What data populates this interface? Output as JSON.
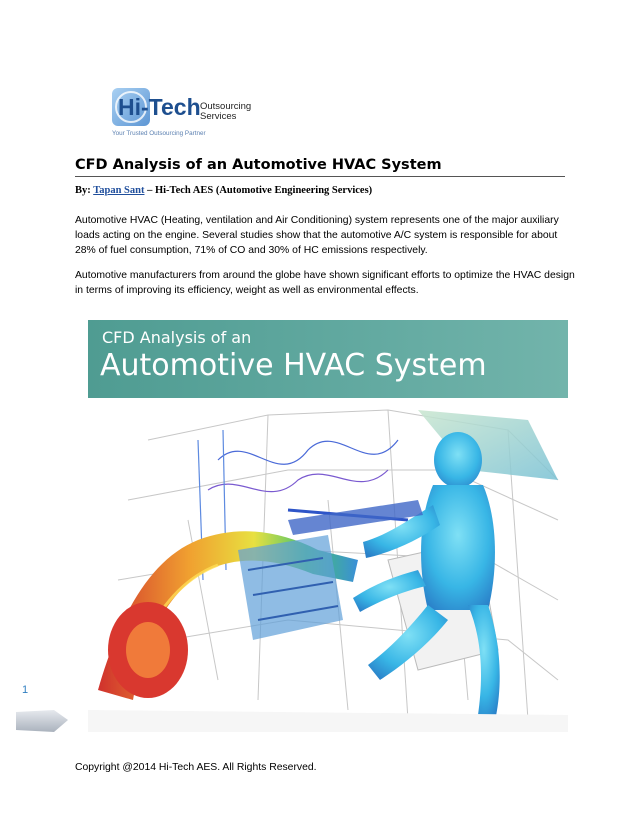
{
  "logo": {
    "brand": "Hi-Tech",
    "line1": "Outsourcing",
    "line2": "Services",
    "tagline": "Your Trusted Outsourcing Partner",
    "colors": {
      "dark_blue": "#1e4f8f",
      "light_blue": "#8bbbe6"
    }
  },
  "doc": {
    "title": "CFD Analysis of an Automotive HVAC System",
    "byline": {
      "prefix": "By: ",
      "author": "Tapan Sant",
      "suffix": " – Hi-Tech AES (Automotive Engineering Services)"
    },
    "paragraphs": [
      "Automotive HVAC (Heating, ventilation and Air Conditioning) system represents one of the major auxiliary loads acting on the engine. Several studies show that the automotive A/C system is responsible for about 28% of fuel consumption, 71% of CO and 30% of HC emissions respectively.",
      "Automotive manufacturers from around the globe have shown significant efforts to optimize the HVAC design in terms of improving its efficiency, weight as well as environmental effects."
    ]
  },
  "hero_image": {
    "banner_line1": "CFD Analysis of an",
    "banner_line2": "Automotive HVAC System",
    "colors": {
      "banner": "#5fa89f",
      "occupant": "#37b7e6"
    }
  },
  "footer": {
    "page_number": "1",
    "copyright": "Copyright @2014 Hi-Tech AES. All Rights Reserved."
  }
}
